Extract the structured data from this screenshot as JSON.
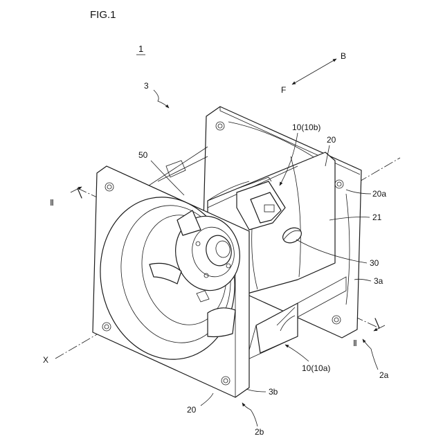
{
  "figure": {
    "title": "FIG.1",
    "device_ref": "1",
    "axis_label": "X",
    "section_label": "Ⅱ",
    "direction_back": "B",
    "direction_front": "F"
  },
  "labels": {
    "l3": "3",
    "l50": "50",
    "l10b": "10(10b)",
    "l20_top": "20",
    "l20a": "20a",
    "l21": "21",
    "l30": "30",
    "l3a": "3a",
    "l10a": "10(10a)",
    "l2a": "2a",
    "l3b": "3b",
    "l20_bottom": "20",
    "l2b": "2b"
  }
}
